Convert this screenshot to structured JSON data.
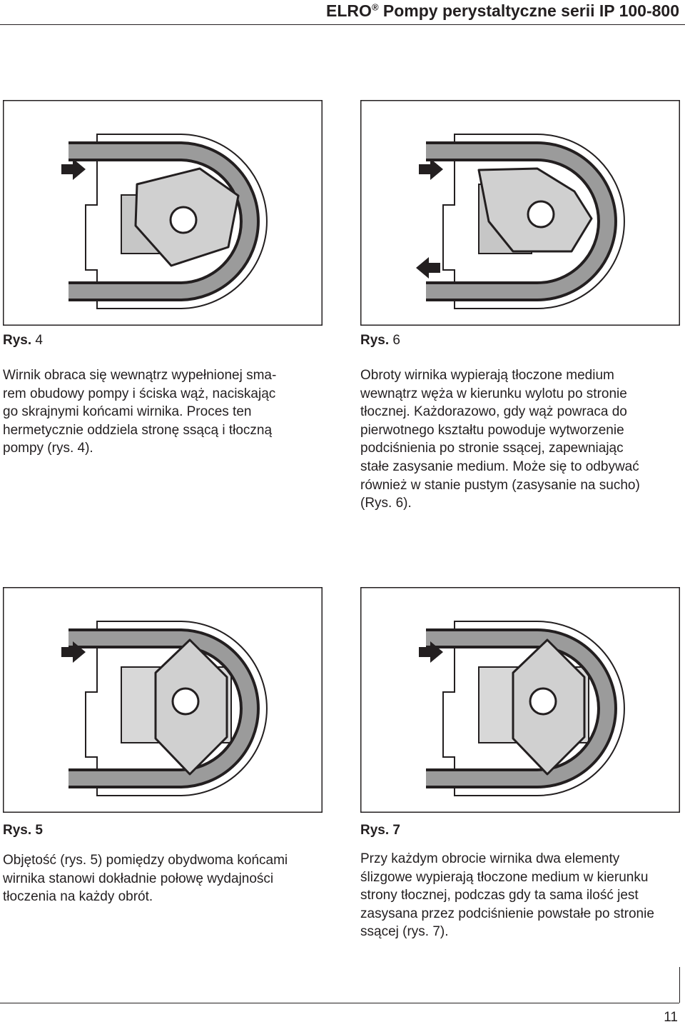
{
  "header": {
    "title_brand": "ELRO",
    "title_reg": "®",
    "title_rest": " Pompy perystaltyczne serii IP 100-800"
  },
  "figures": [
    {
      "label": "Rys.",
      "number": "4",
      "text": "Wirnik obraca się wewnątrz wypełnionej sma-\nrem obudowy pompy i ściska wąż, naciskając\ngo skrajnymi końcami wirnika. Proces ten\nhermetycznie oddziela stronę ssącą i tłoczną\npompy (rys. 4)."
    },
    {
      "label": "Rys.",
      "number": "6",
      "text": "Obroty wirnika wypierają tłoczone medium\nwewnątrz węża w kierunku wylotu po stronie\ntłocznej. Każdorazowo, gdy wąż powraca do\npierwotnego kształtu powoduje wytworzenie\npodciśnienia po stronie ssącej, zapewniając\nstałe zasysanie medium. Może się to odbywać\nrównież w stanie pustym (zasysanie na sucho)\n(Rys. 6)."
    },
    {
      "label": "Rys.",
      "number": "5",
      "text": "Objętość (rys. 5) pomiędzy obydwoma końcami\nwirnika stanowi dokładnie połowę wydajności\ntłoczenia na każdy obrót."
    },
    {
      "label": "Rys.",
      "number": "7",
      "text": "Przy każdym obrocie wirnika dwa elementy\nślizgowe wypierają tłoczone medium w kierunku\nstrony tłocznej, podczas gdy ta sama ilość jest\nzasysana przez podciśnienie powstałe po stronie\nssącej (rys. 7)."
    }
  ],
  "page_number": "11"
}
